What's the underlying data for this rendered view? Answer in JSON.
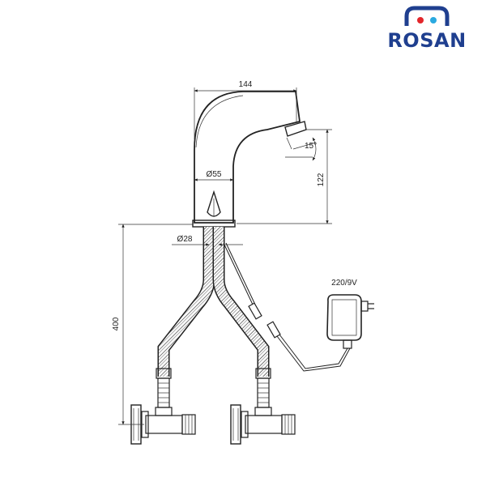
{
  "brand": {
    "name": "ROSAN",
    "colors": {
      "blue": "#1f3f8f",
      "red": "#e3262b",
      "cyan": "#2aa9e0"
    }
  },
  "dimensions": {
    "spout_width": "144",
    "body_diameter": "Ø55",
    "hose_diameter": "Ø28",
    "spout_height": "122",
    "spout_angle": "15°",
    "total_height": "400"
  },
  "power_supply": {
    "label": "220/9V"
  }
}
